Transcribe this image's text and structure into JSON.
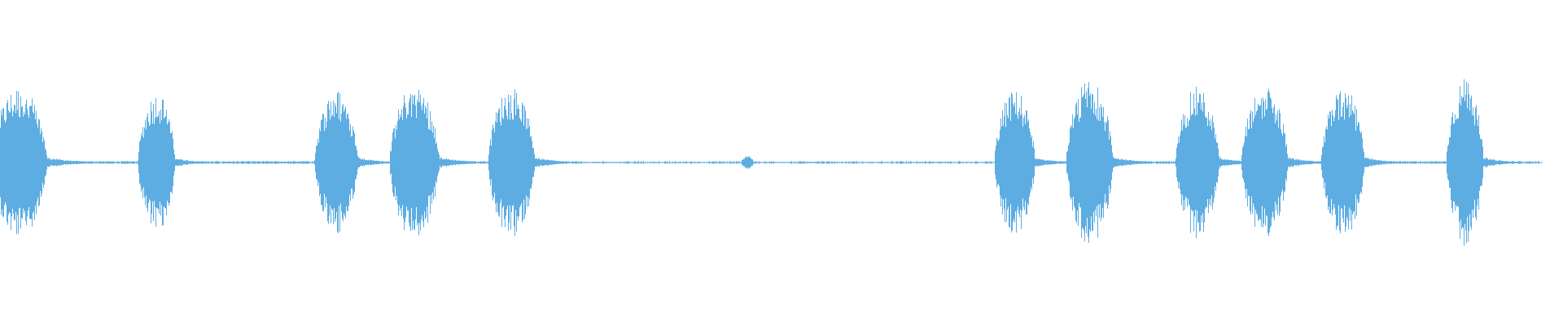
{
  "waveform": {
    "color": "#5dade2",
    "background": "#ffffff",
    "duration_fraction_end": 0.985,
    "bursts": [
      {
        "center": 0.012,
        "width": 0.018,
        "amplitude": 0.96
      },
      {
        "center": 0.1,
        "width": 0.012,
        "amplitude": 0.88
      },
      {
        "center": 0.215,
        "width": 0.014,
        "amplitude": 0.92
      },
      {
        "center": 0.265,
        "width": 0.016,
        "amplitude": 1.0
      },
      {
        "center": 0.327,
        "width": 0.015,
        "amplitude": 0.96
      },
      {
        "center": 0.478,
        "width": 0.004,
        "amplitude": 0.1
      },
      {
        "center": 0.649,
        "width": 0.013,
        "amplitude": 0.92
      },
      {
        "center": 0.697,
        "width": 0.015,
        "amplitude": 1.06
      },
      {
        "center": 0.766,
        "width": 0.014,
        "amplitude": 0.96
      },
      {
        "center": 0.809,
        "width": 0.015,
        "amplitude": 0.96
      },
      {
        "center": 0.859,
        "width": 0.014,
        "amplitude": 0.96
      },
      {
        "center": 0.937,
        "width": 0.012,
        "amplitude": 1.06
      }
    ],
    "noise_floor": 0.012,
    "sparse_floor_ranges": [
      [
        0.36,
        0.64
      ]
    ]
  }
}
